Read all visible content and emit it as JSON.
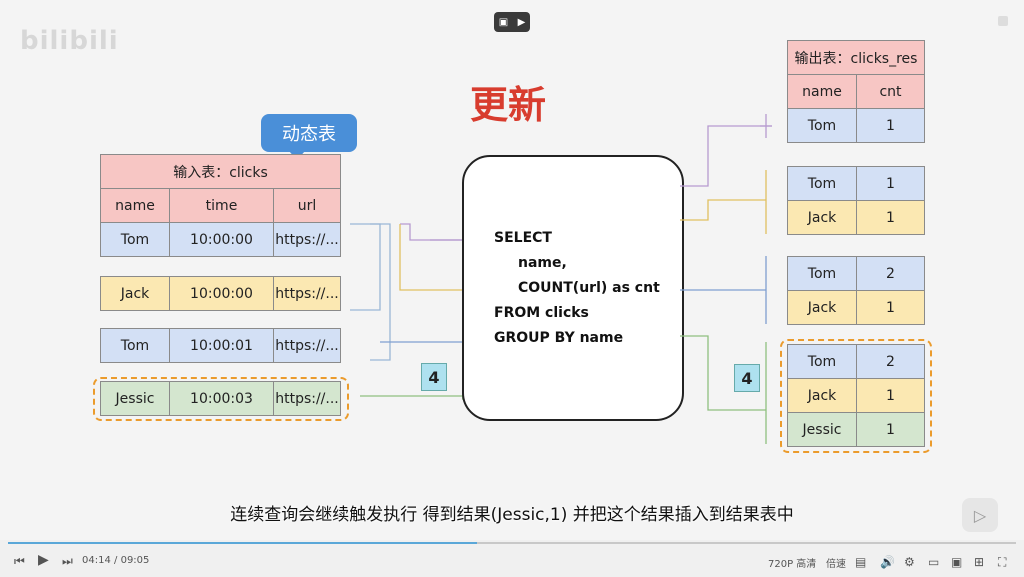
{
  "overlay": {
    "watermark": "bilibili"
  },
  "slide": {
    "title": "更新",
    "bubble": "动态表",
    "input_table": {
      "caption": "输入表：clicks",
      "headers": [
        "name",
        "time",
        "url"
      ],
      "rows": [
        [
          "Tom",
          "10:00:00",
          "https://..."
        ],
        [
          "Jack",
          "10:00:00",
          "https://..."
        ],
        [
          "Tom",
          "10:00:01",
          "https://..."
        ],
        [
          "Jessic",
          "10:00:03",
          "https://..."
        ]
      ]
    },
    "sql": {
      "l1": "SELECT",
      "l2": "name,",
      "l3": "COUNT(url) as cnt",
      "l4": "FROM clicks",
      "l5": "GROUP BY name"
    },
    "badge": "4",
    "output_table": {
      "caption": "输出表：clicks_res",
      "headers": [
        "name",
        "cnt"
      ],
      "group1": [
        [
          "Tom",
          "1"
        ]
      ],
      "group2": [
        [
          "Tom",
          "1"
        ],
        [
          "Jack",
          "1"
        ]
      ],
      "group3": [
        [
          "Tom",
          "2"
        ],
        [
          "Jack",
          "1"
        ]
      ],
      "group4": [
        [
          "Tom",
          "2"
        ],
        [
          "Jack",
          "1"
        ],
        [
          "Jessic",
          "1"
        ]
      ]
    }
  },
  "subtitle": "连续查询会继续触发执行 得到结果(Jessic,1) 并把这个结果插入到结果表中",
  "player": {
    "current_time": "04:14",
    "separator": "/",
    "duration": "09:05",
    "quality": "720P 高清",
    "speed": "倍速",
    "progress": 0.465
  }
}
